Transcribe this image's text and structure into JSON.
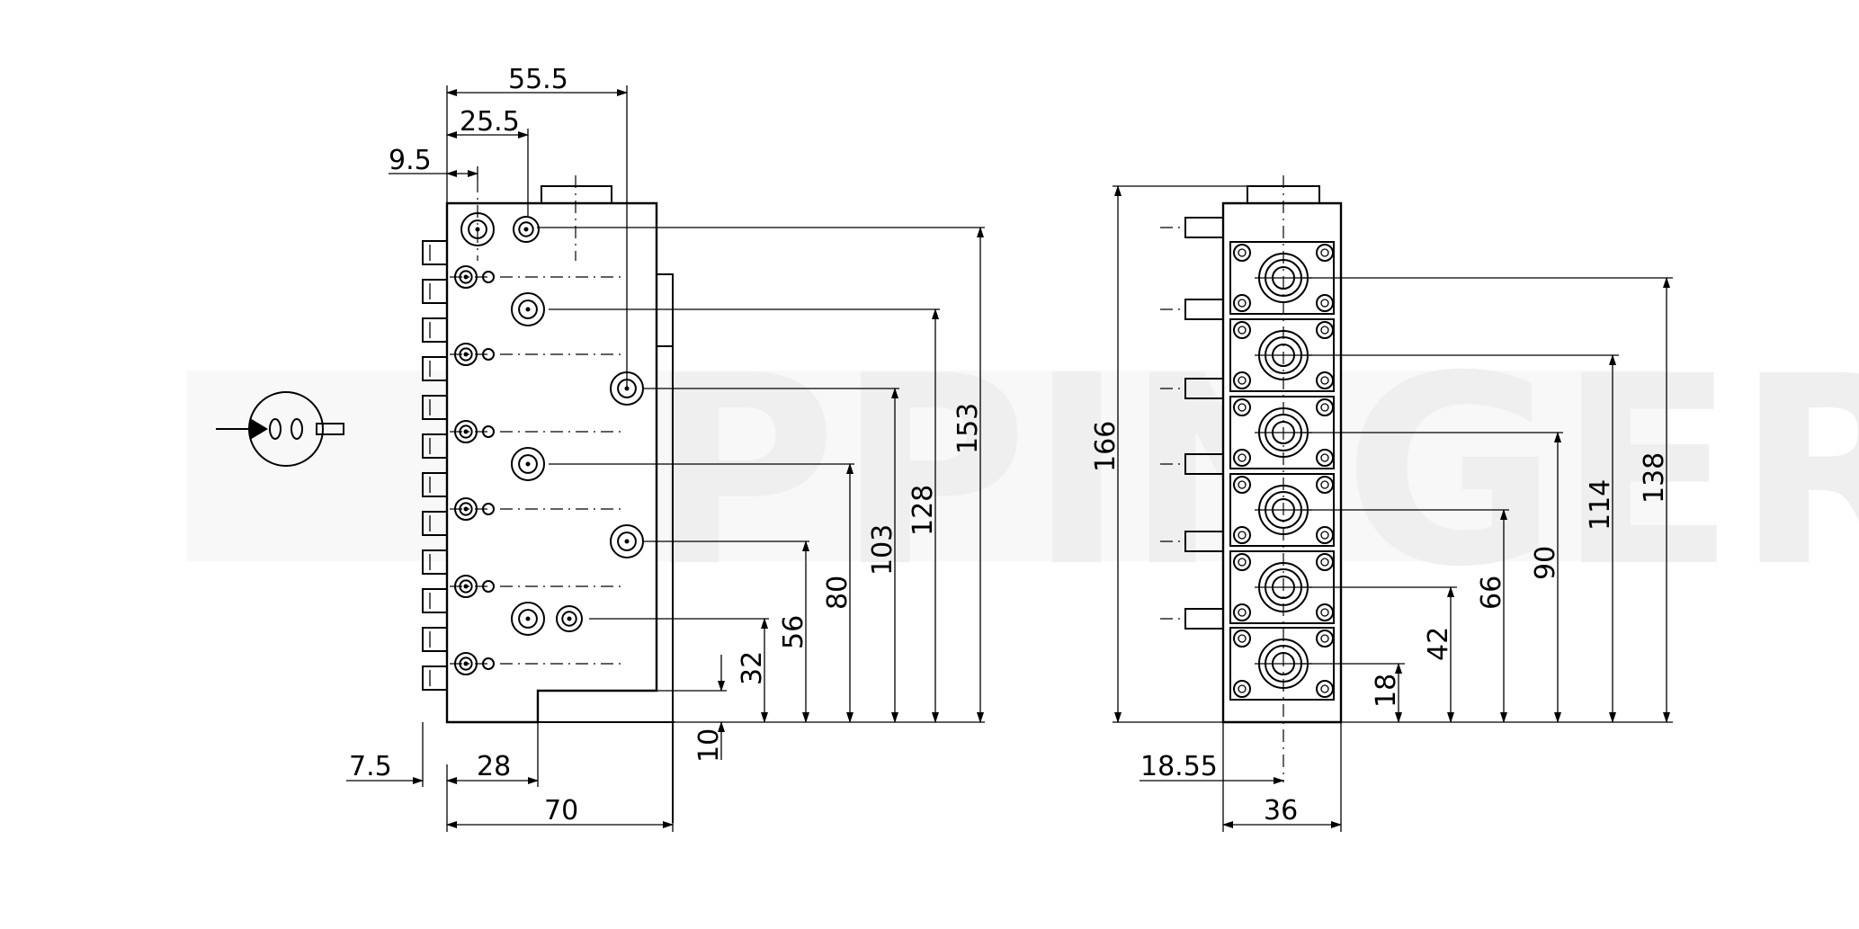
{
  "watermark": {
    "text": "EPPINGER"
  },
  "side_view": {
    "horizontal_dimensions": [
      "55.5",
      "25.5",
      "9.5",
      "7.5",
      "28",
      "70"
    ],
    "vertical_dimensions": [
      "153",
      "128",
      "103",
      "80",
      "56",
      "32",
      "10"
    ]
  },
  "front_view": {
    "horizontal_dimensions": [
      "18.55",
      "36"
    ],
    "vertical_dimensions": [
      "166",
      "138",
      "114",
      "90",
      "66",
      "42",
      "18"
    ]
  },
  "colors": {
    "line": "#000000",
    "watermark": "#efefef",
    "background": "#ffffff"
  },
  "icons": [
    "tool-turret-symbol-icon"
  ]
}
